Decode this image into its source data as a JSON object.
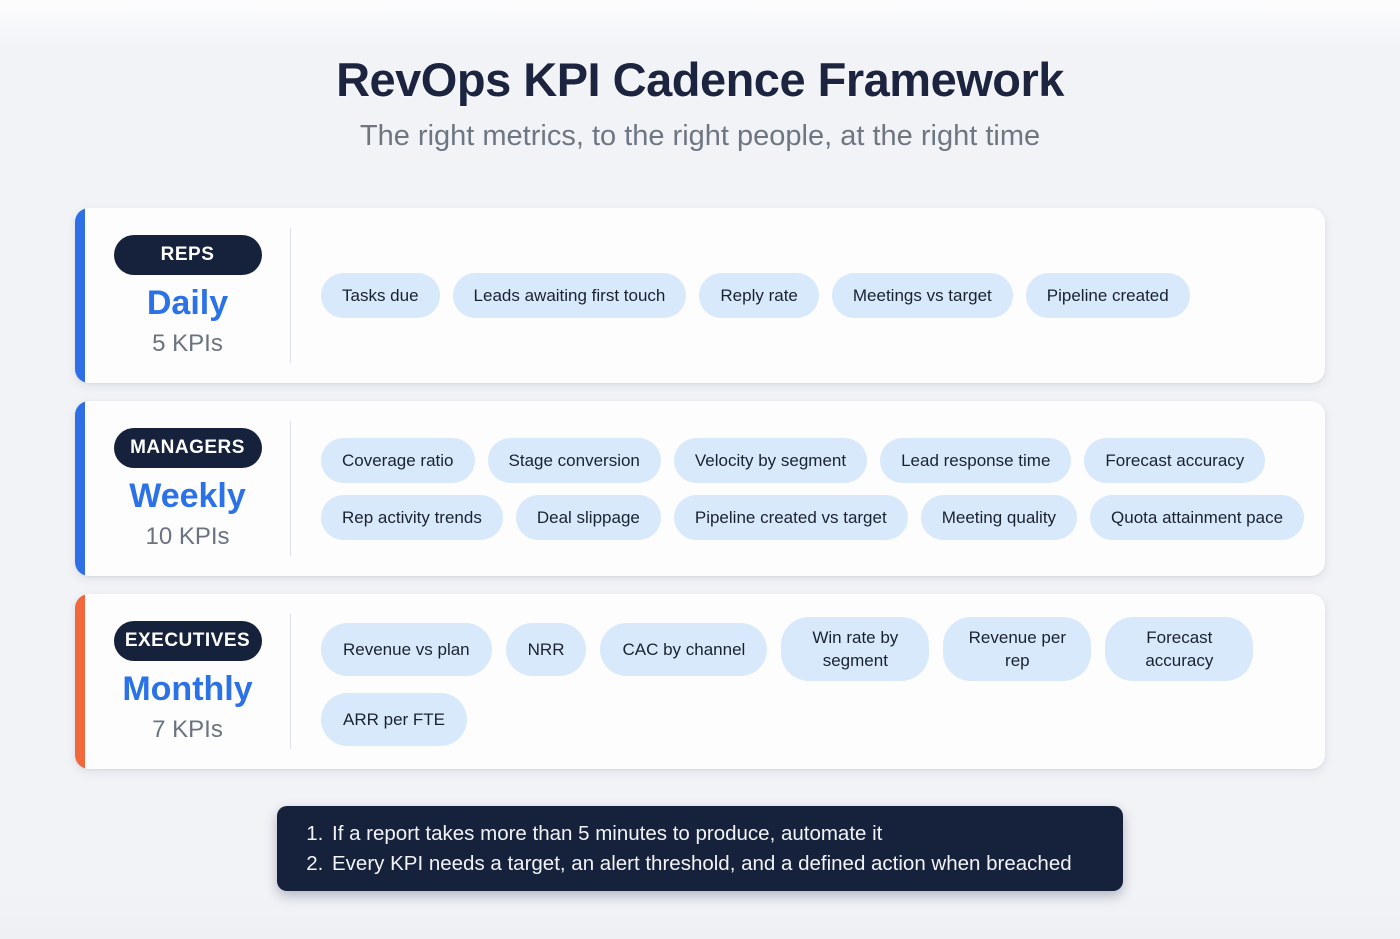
{
  "page": {
    "title": "RevOps KPI Cadence Framework",
    "subtitle": "The right metrics, to the right people, at the right time"
  },
  "colors": {
    "background": "#f1f3f7",
    "card": "#fdfdfd",
    "accent_blue": "#2e6fe5",
    "accent_orange": "#f1683c",
    "badge_bg": "#16213c",
    "cadence_text": "#2b72e8",
    "pill_bg": "#d9e9fc",
    "pill_text": "#1a2230",
    "muted_text": "#6b7280",
    "footer_bg": "#16213c"
  },
  "rows": [
    {
      "audience": "REPS",
      "cadence": "Daily",
      "kpi_count": "5 KPIs",
      "accent": "#2e6fe5",
      "kpis": [
        "Tasks due",
        "Leads awaiting first touch",
        "Reply rate",
        "Meetings vs target",
        "Pipeline created"
      ]
    },
    {
      "audience": "MANAGERS",
      "cadence": "Weekly",
      "kpi_count": "10 KPIs",
      "accent": "#2e6fe5",
      "kpis": [
        "Coverage ratio",
        "Stage conversion",
        "Velocity by segment",
        "Lead response time",
        "Forecast accuracy",
        "Rep activity trends",
        "Deal slippage",
        "Pipeline created vs target",
        "Meeting quality",
        "Quota attainment pace"
      ]
    },
    {
      "audience": "EXECUTIVES",
      "cadence": "Monthly",
      "kpi_count": "7 KPIs",
      "accent": "#f1683c",
      "kpis": [
        "Revenue vs plan",
        "NRR",
        "CAC by channel",
        {
          "label": "Win rate by segment",
          "wrap": true
        },
        {
          "label": "Revenue per rep",
          "wrap": true
        },
        {
          "label": "Forecast accuracy",
          "wrap": true
        },
        "ARR per FTE"
      ]
    }
  ],
  "footer": {
    "notes": [
      "If a report takes more than 5 minutes to produce, automate it",
      "Every KPI needs a target, an alert threshold, and a defined action when breached"
    ]
  }
}
